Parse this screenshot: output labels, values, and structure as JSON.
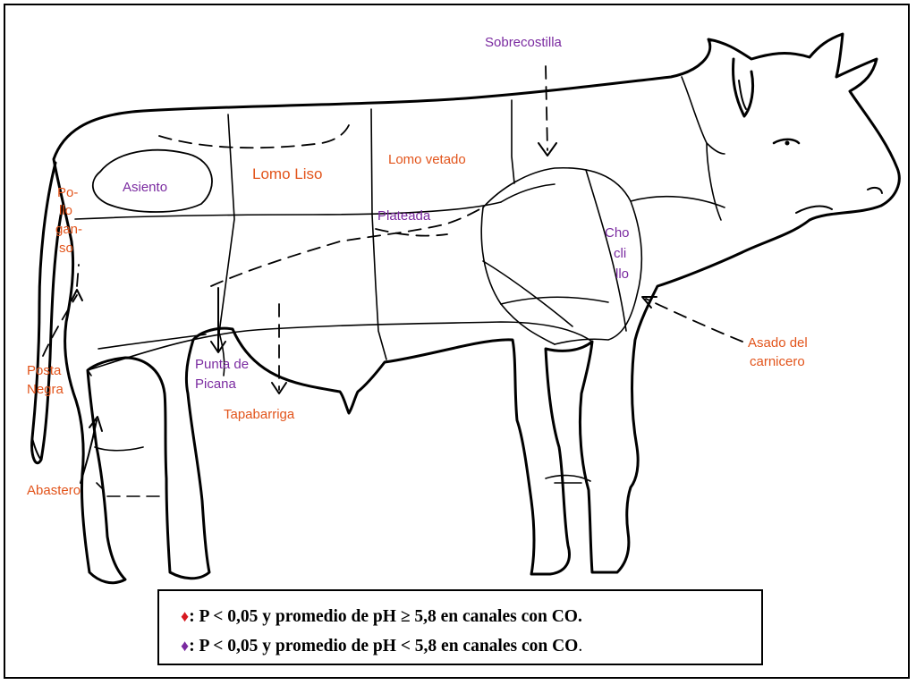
{
  "colors": {
    "orange_label": "#E2541B",
    "purple_label": "#7A2AA0",
    "diamond_red": "#D71920",
    "diamond_purple": "#7A2AA0",
    "outline": "#000000"
  },
  "labels": {
    "sobrecostilla": "Sobrecostilla",
    "lomo_liso": "Lomo Liso",
    "lomo_vetado": "Lomo vetado",
    "asiento": "Asiento",
    "plateada": "Plateada",
    "pollo_ganso": [
      "Po-",
      "llo",
      "gan-",
      "so"
    ],
    "chocl_illo": [
      "Cho",
      "cli",
      "llo"
    ],
    "asado_del_carnicero": [
      "Asado del",
      "carnicero"
    ],
    "posta_negra": [
      "Posta",
      "Negra"
    ],
    "punta_de_picana": [
      "Punta de",
      "Picana"
    ],
    "tapabarriga": "Tapabarriga",
    "abastero": "Abastero"
  },
  "legend": {
    "rows": [
      {
        "symbol": "♦",
        "symbol_color": "#D71920",
        "text": ": P < 0,05  y promedio de pH ≥ 5,8 en canales con CO."
      },
      {
        "symbol": "♦",
        "symbol_color": "#7A2AA0",
        "text": ": P < 0,05  y promedio de pH < 5,8 en canales con CO",
        "suffix": "."
      }
    ]
  }
}
